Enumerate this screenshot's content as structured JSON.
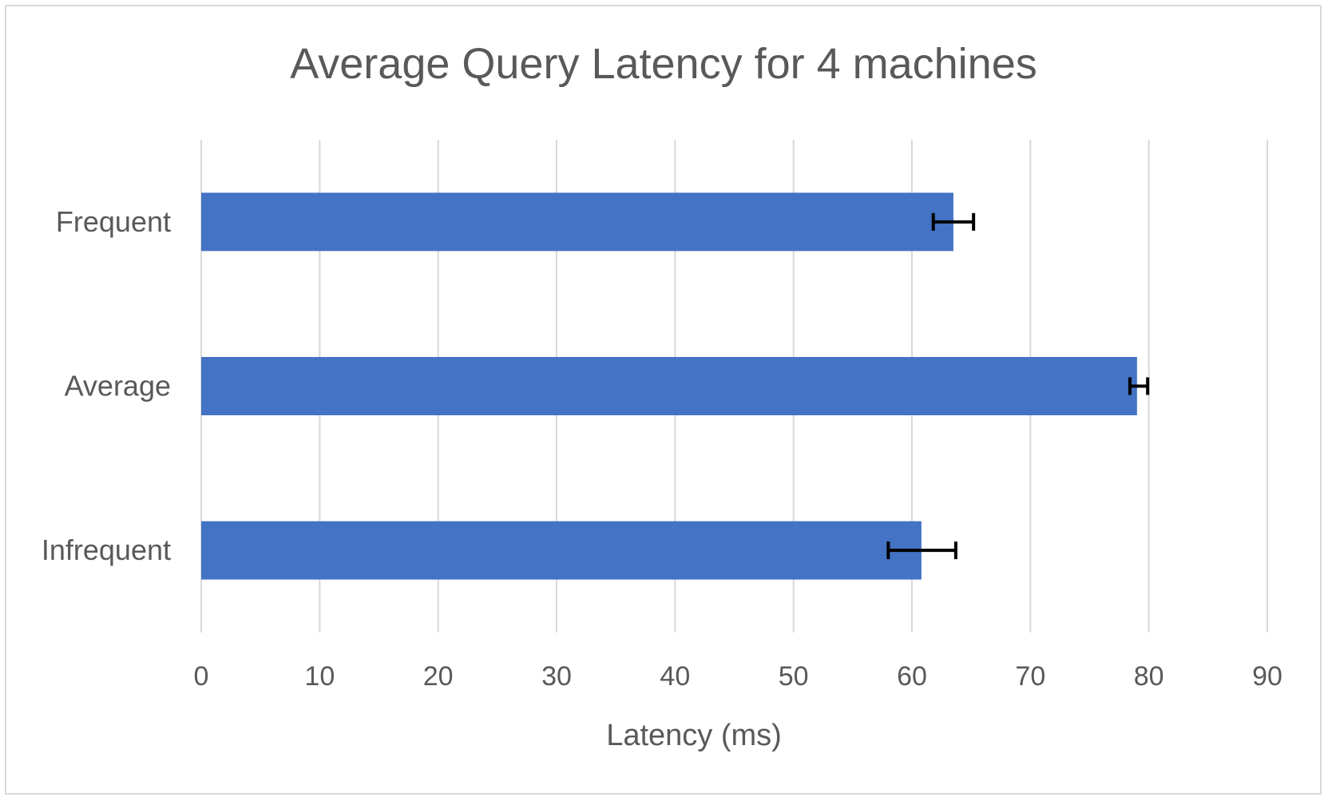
{
  "chart_data": {
    "type": "bar",
    "orientation": "horizontal",
    "title": "Average Query Latency for 4 machines",
    "xlabel": "Latency (ms)",
    "ylabel": "",
    "xlim": [
      0,
      90
    ],
    "xticks": [
      0,
      10,
      20,
      30,
      40,
      50,
      60,
      70,
      80,
      90
    ],
    "grid": true,
    "legend": "none",
    "categories": [
      "Frequent",
      "Average",
      "Infrequent"
    ],
    "series": [
      {
        "values": [
          63.5,
          79.0,
          60.8
        ],
        "error_low": [
          61.8,
          78.4,
          58.0
        ],
        "error_high": [
          65.2,
          79.9,
          63.7
        ],
        "color": "#4472c4"
      }
    ],
    "error_bar_color": "#000000"
  }
}
